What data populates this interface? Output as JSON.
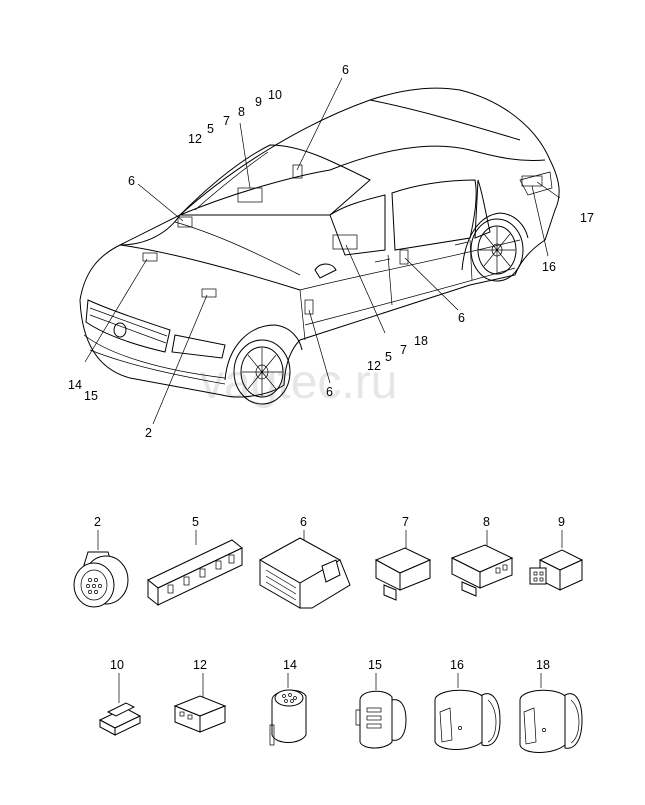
{
  "watermark": "vagtec.ru",
  "car_callouts": [
    {
      "id": "c6a",
      "text": "6"
    },
    {
      "id": "c12a",
      "text": "12"
    },
    {
      "id": "c5a",
      "text": "5"
    },
    {
      "id": "c7a",
      "text": "7"
    },
    {
      "id": "c8a",
      "text": "8"
    },
    {
      "id": "c9a",
      "text": "9"
    },
    {
      "id": "c10a",
      "text": "10"
    },
    {
      "id": "c6b",
      "text": "6"
    },
    {
      "id": "c17",
      "text": "17"
    },
    {
      "id": "c16",
      "text": "16"
    },
    {
      "id": "c6c",
      "text": "6"
    },
    {
      "id": "c12b",
      "text": "12"
    },
    {
      "id": "c5b",
      "text": "5"
    },
    {
      "id": "c7b",
      "text": "7"
    },
    {
      "id": "c18",
      "text": "18"
    },
    {
      "id": "c6d",
      "text": "6"
    },
    {
      "id": "c14",
      "text": "14"
    },
    {
      "id": "c15",
      "text": "15"
    },
    {
      "id": "c2",
      "text": "2"
    }
  ],
  "parts": [
    {
      "id": "p2",
      "label": "2"
    },
    {
      "id": "p5",
      "label": "5"
    },
    {
      "id": "p6",
      "label": "6"
    },
    {
      "id": "p7",
      "label": "7"
    },
    {
      "id": "p8",
      "label": "8"
    },
    {
      "id": "p9",
      "label": "9"
    },
    {
      "id": "p10",
      "label": "10"
    },
    {
      "id": "p12",
      "label": "12"
    },
    {
      "id": "p14",
      "label": "14"
    },
    {
      "id": "p15",
      "label": "15"
    },
    {
      "id": "p16",
      "label": "16"
    },
    {
      "id": "p18",
      "label": "18"
    }
  ]
}
